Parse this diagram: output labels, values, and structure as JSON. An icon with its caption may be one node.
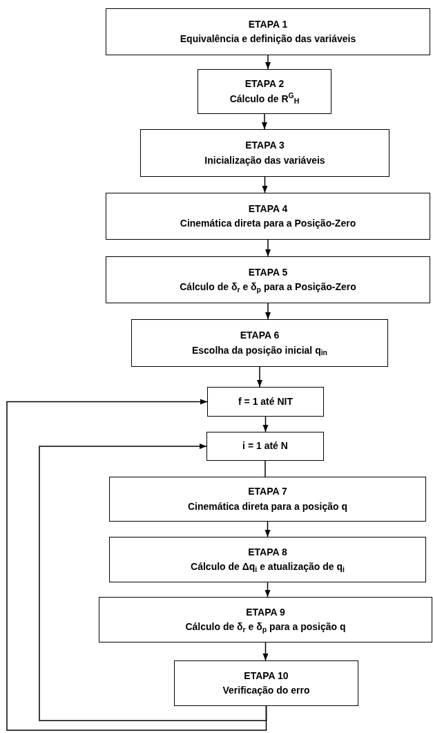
{
  "diagram": {
    "nodes": [
      {
        "text": [
          "ETAPA 1",
          "Equivalência e definição das variáveis"
        ]
      },
      {
        "text": [
          "ETAPA 2",
          "Cálculo de R$^{G}$$_{H}$"
        ]
      },
      {
        "text": [
          "ETAPA 3",
          "Inicialização das variáveis"
        ]
      },
      {
        "text": [
          "ETAPA 4",
          "Cinemática direta para a Posição-Zero"
        ]
      },
      {
        "text": [
          "ETAPA 5",
          "Cálculo de δ$_{r}$ e δ$_{p}$ para a Posição-Zero"
        ]
      },
      {
        "text": [
          "ETAPA 6",
          "Escolha da posição inicial q$_{in}$"
        ]
      },
      {
        "text": [
          "f = 1 até NIT"
        ]
      },
      {
        "text": [
          "i = 1 até N"
        ]
      },
      {
        "text": [
          "ETAPA 7",
          "Cinemática direta para a posição q"
        ]
      },
      {
        "text": [
          "ETAPA 8",
          "Cálculo de Δq$_{i}$ e atualização de q$_{i}$"
        ]
      },
      {
        "text": [
          "ETAPA 9",
          "Cálculo de δ$_{r}$ e δ$_{p}$ para a posição q"
        ]
      },
      {
        "text": [
          "ETAPA 10",
          "Verificação do erro"
        ]
      }
    ],
    "edges": [
      {
        "from": 0,
        "to": 1,
        "arrow": "to"
      },
      {
        "from": 1,
        "to": 2,
        "arrow": "to"
      },
      {
        "from": 2,
        "to": 3,
        "arrow": "to"
      },
      {
        "from": 3,
        "to": 4,
        "arrow": "to"
      },
      {
        "from": 4,
        "to": 5,
        "arrow": "to"
      },
      {
        "from": 5,
        "to": 6,
        "arrow": "to"
      },
      {
        "from": 6,
        "to": 7,
        "arrow": "to"
      },
      {
        "from": 7,
        "to": 8,
        "arrow": "none"
      },
      {
        "from": 8,
        "to": 9,
        "arrow": "to"
      },
      {
        "from": 9,
        "to": 10,
        "arrow": "to"
      },
      {
        "from": 10,
        "to": 11,
        "arrow": "to"
      },
      {
        "from": 11,
        "to": 7,
        "arrow": "to"
      },
      {
        "from": 11,
        "to": 6,
        "arrow": "to"
      }
    ]
  }
}
